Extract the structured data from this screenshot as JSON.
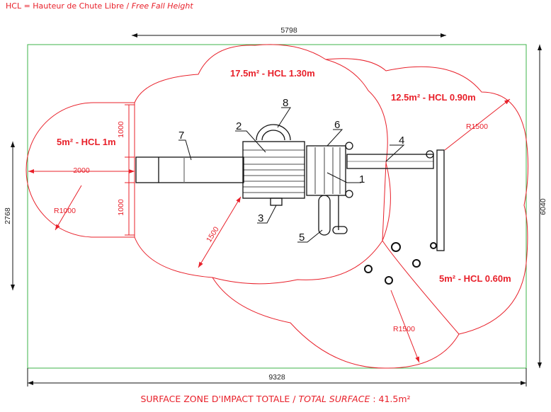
{
  "note": {
    "fr": "HCL = Hauteur de Chute Libre",
    "sep": " / ",
    "en": "Free Fall Height"
  },
  "dimensions": {
    "top": "5798",
    "bottom": "9328",
    "left": "2768",
    "right": "6040",
    "slide_len": "2000",
    "upper": "1000",
    "lower": "1000"
  },
  "radii": {
    "left": "R1000",
    "top_right": "R1500",
    "bottom": "R1500",
    "diag": "1500"
  },
  "zones": {
    "left": "5m² - HCL 1m",
    "center": "17.5m² - HCL 1.30m",
    "right": "12.5m² - HCL 0.90m",
    "bottom_right": "5m² - HCL 0.60m"
  },
  "parts": [
    "1",
    "2",
    "3",
    "4",
    "5",
    "6",
    "7",
    "8"
  ],
  "footer": {
    "fr": "SURFACE ZONE D'IMPACT TOTALE / ",
    "en": "TOTAL SURFACE",
    "value": " : 41.5m²"
  },
  "colors": {
    "zone": "#e8202a",
    "bounds": "#3cb34a",
    "equipment": "#111111"
  }
}
